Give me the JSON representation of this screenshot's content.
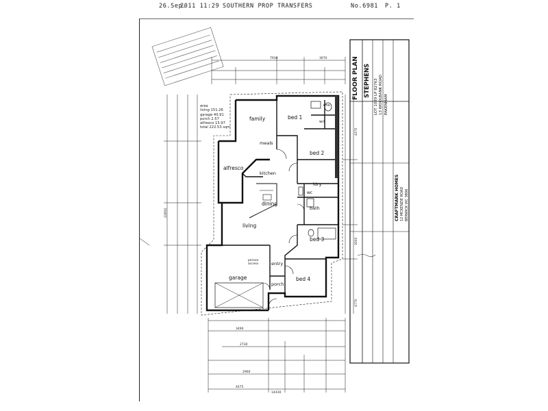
{
  "fax": {
    "date": "26.Sep.",
    "year_time": "2011  11:29",
    "sender": "SOUTHERN PROP TRANSFERS",
    "doc_no": "No.6981",
    "page": "P. 1"
  },
  "title_block": {
    "title": "FLOOR PLAN",
    "client": "STEPHENS",
    "lot": "LOT 1089 LP 82763",
    "road": "13 WOOLBANK ROAD",
    "suburb": "PAKENHAM",
    "builder": "CRAFTMARK HOMES",
    "builder_addr1": "12 MCKENZIE ROAD",
    "builder_addr2": "BERWICK VIC 3806"
  },
  "rooms": {
    "family": "family",
    "bed1": "bed 1",
    "ens": "ens",
    "wir": "w/r",
    "bed2": "bed 2",
    "meals": "meals",
    "alfresco": "alfresco",
    "kitchen": "kitchen",
    "lndry": "ldry",
    "wc": "wc",
    "dining": "dining",
    "bath": "bath",
    "living": "living",
    "bed3": "bed 3",
    "garage": "garage",
    "person_access": "person access",
    "entry": "entry",
    "porch": "porch",
    "bed4": "bed 4"
  },
  "areas": {
    "heading": "area",
    "living": "living 151.26",
    "garage": "garage 40.91",
    "porch": "porch 2.57",
    "alfresco": "alfresco 15.97",
    "total": "total 222.53 sqm"
  },
  "dims": {
    "top_overall": "7930",
    "top_left": "3670",
    "bottom_overall": "14430",
    "left_overall": "22850",
    "bottom_row1": "3490",
    "bottom_row2": "2730",
    "bottom_row3": "2960",
    "bottom_row4": "4475",
    "right_a": "4370",
    "right_b": "3000",
    "right_c": "4770"
  }
}
